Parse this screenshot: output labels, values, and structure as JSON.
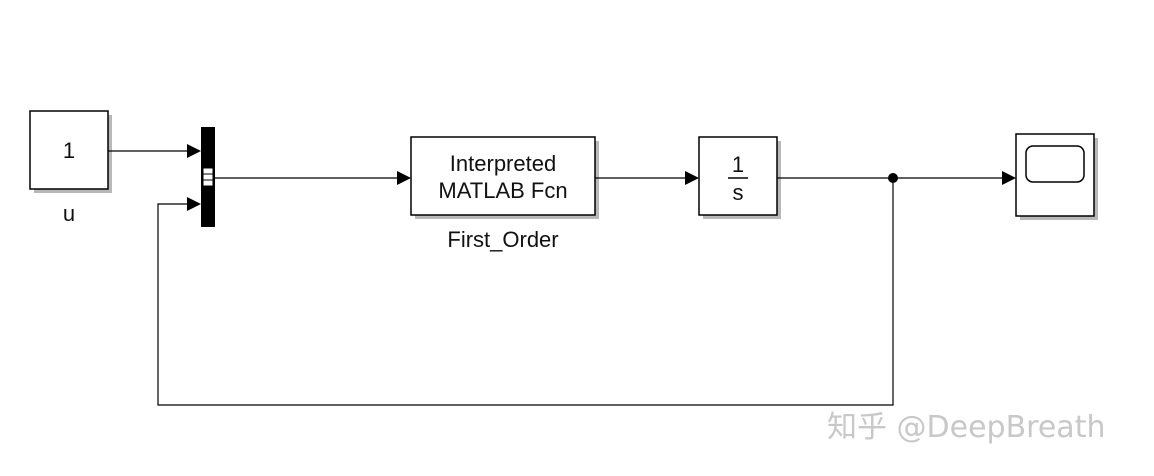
{
  "diagram": {
    "constant_block": {
      "value": "1",
      "label": "u"
    },
    "mux_block": {},
    "interpreted_fcn_block": {
      "line1": "Interpreted",
      "line2": "MATLAB Fcn",
      "label": "First_Order"
    },
    "integrator_block": {
      "numerator": "1",
      "denominator": "s"
    },
    "scope_block": {}
  },
  "watermark": {
    "text": "知乎 @DeepBreath"
  },
  "colors": {
    "line": "#000000",
    "block_border": "#000000",
    "shadow": "#b8b8b8",
    "watermark": "#c8c8c8"
  }
}
